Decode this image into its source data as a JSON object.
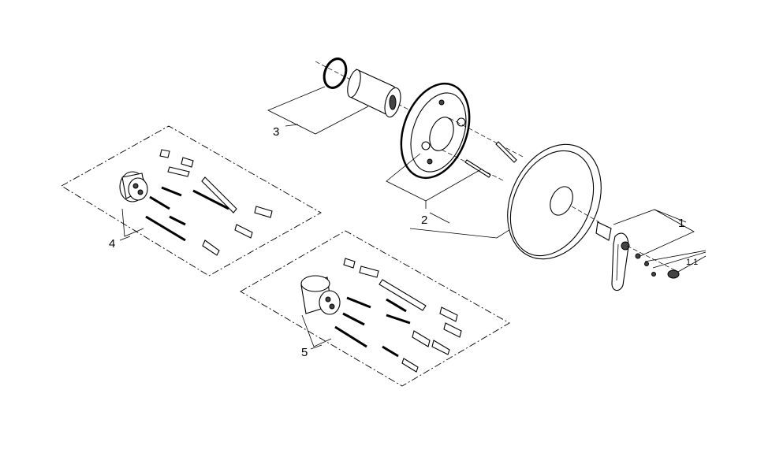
{
  "diagram": {
    "type": "exploded parts view",
    "callouts": [
      {
        "id": "1",
        "label": "1"
      },
      {
        "id": "1.1",
        "label": "1.1"
      },
      {
        "id": "2",
        "label": "2"
      },
      {
        "id": "3",
        "label": "3"
      },
      {
        "id": "4",
        "label": "4"
      },
      {
        "id": "5",
        "label": "5"
      }
    ]
  }
}
